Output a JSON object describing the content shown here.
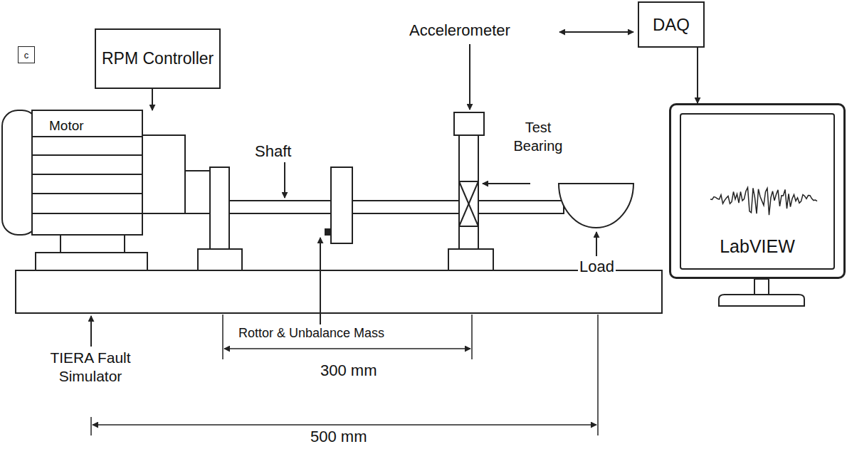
{
  "diagram": {
    "nodes": [
      {
        "text": [
          "c"
        ]
      },
      {
        "text": [
          "RPM Controller"
        ]
      },
      {
        "text": [
          "DAQ"
        ]
      },
      {
        "text": [
          "Motor"
        ]
      },
      {
        "text": [
          "LabVIEW"
        ]
      }
    ],
    "edges": [
      {
        "from": 1,
        "to": 3,
        "arrow": "to"
      },
      {
        "from": 2,
        "to": 4,
        "arrow": "to"
      }
    ],
    "labels": [
      "Accelerometer",
      "Shaft",
      "Test Bearing",
      "Load",
      "Rottor & Unbalance Mass",
      "TIERA Fault Simulator",
      "300 mm",
      "500 mm"
    ]
  }
}
